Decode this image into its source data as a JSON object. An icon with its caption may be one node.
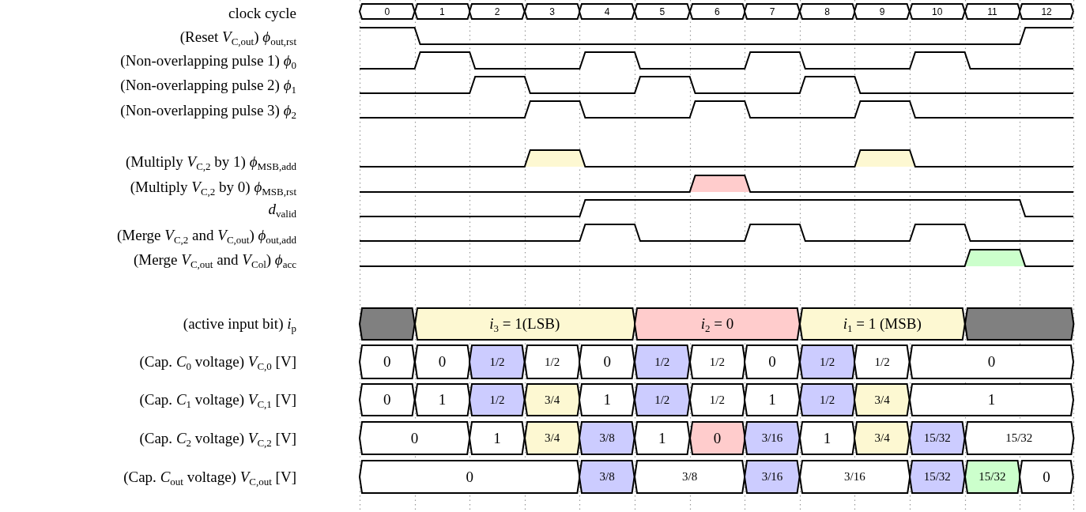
{
  "diagram": {
    "nodes": [
      {
        "text": [
          "0"
        ]
      },
      {
        "text": [
          "1"
        ]
      },
      {
        "text": [
          "2"
        ]
      },
      {
        "text": [
          "3"
        ]
      },
      {
        "text": [
          "4"
        ]
      },
      {
        "text": [
          "5"
        ]
      },
      {
        "text": [
          "6"
        ]
      },
      {
        "text": [
          "7"
        ]
      },
      {
        "text": [
          "8"
        ]
      },
      {
        "text": [
          "9"
        ]
      },
      {
        "text": [
          "10"
        ]
      },
      {
        "text": [
          "11"
        ]
      },
      {
        "text": [
          "12"
        ]
      },
      {
        "text": [],
        "shape": "box"
      },
      {
        "text": [
          "*i*$_{3}$ = 1(LSB)"
        ]
      },
      {
        "text": [
          "*i*$_{2}$ = 0"
        ]
      },
      {
        "text": [
          "*i*$_{1}$ = 1 (MSB)"
        ]
      },
      {
        "text": [],
        "shape": "box"
      },
      {
        "text": [
          "0"
        ]
      },
      {
        "text": [
          "0"
        ]
      },
      {
        "text": [
          "1/2"
        ]
      },
      {
        "text": [
          "1/2"
        ]
      },
      {
        "text": [
          "0"
        ]
      },
      {
        "text": [
          "1/2"
        ]
      },
      {
        "text": [
          "1/2"
        ]
      },
      {
        "text": [
          "0"
        ]
      },
      {
        "text": [
          "1/2"
        ]
      },
      {
        "text": [
          "1/2"
        ]
      },
      {
        "text": [
          "0"
        ]
      },
      {
        "text": [
          "0"
        ]
      },
      {
        "text": [
          "1"
        ]
      },
      {
        "text": [
          "1/2"
        ]
      },
      {
        "text": [
          "3/4"
        ]
      },
      {
        "text": [
          "1"
        ]
      },
      {
        "text": [
          "1/2"
        ]
      },
      {
        "text": [
          "1/2"
        ]
      },
      {
        "text": [
          "1"
        ]
      },
      {
        "text": [
          "1/2"
        ]
      },
      {
        "text": [
          "3/4"
        ]
      },
      {
        "text": [
          "1"
        ]
      },
      {
        "text": [
          "0"
        ]
      },
      {
        "text": [
          "1"
        ]
      },
      {
        "text": [
          "3/4"
        ]
      },
      {
        "text": [
          "3/8"
        ]
      },
      {
        "text": [
          "1"
        ]
      },
      {
        "text": [
          "0"
        ]
      },
      {
        "text": [
          "3/16"
        ]
      },
      {
        "text": [
          "1"
        ]
      },
      {
        "text": [
          "3/4"
        ]
      },
      {
        "text": [
          "15/32"
        ]
      },
      {
        "text": [
          "15/32"
        ]
      },
      {
        "text": [
          "0"
        ]
      },
      {
        "text": [
          "3/8"
        ]
      },
      {
        "text": [
          "3/8"
        ]
      },
      {
        "text": [
          "3/16"
        ]
      },
      {
        "text": [
          "3/16"
        ]
      },
      {
        "text": [
          "15/32"
        ]
      },
      {
        "text": [
          "15/32"
        ]
      },
      {
        "text": [
          "0"
        ]
      }
    ],
    "labels": [
      "clock cycle",
      "(Reset *V*$_{C,out}$) *ϕ*$_{out,rst}$",
      "(Non-overlapping pulse 1) *ϕ*$_{0}$",
      "(Non-overlapping pulse 2) *ϕ*$_{1}$",
      "(Non-overlapping pulse 3) *ϕ*$_{2}$",
      "(Multiply *V*$_{C,2}$ by 1) *ϕ*$_{MSB,add}$",
      "(Multiply *V*$_{C,2}$ by 0) *ϕ*$_{MSB,rst}$",
      "*d*$_{valid}$",
      "(Merge *V*$_{C,2}$ and *V*$_{C,out}$) *ϕ*$_{out,add}$",
      "(Merge *V*$_{C,out}$ and *V*$_{Col}$) *ϕ*$_{acc}$",
      "(active input bit) *i*$_{p}$",
      "(Cap. *C*$_{0}$ voltage) *V*$_{C,0}$ [V]",
      "(Cap. *C*$_{1}$ voltage) *V*$_{C,1}$ [V]",
      "(Cap. *C*$_{2}$ voltage) *V*$_{C,2}$ [V]",
      "(Cap. *C*$_{out}$ voltage) *V*$_{C,out}$ [V]"
    ]
  }
}
